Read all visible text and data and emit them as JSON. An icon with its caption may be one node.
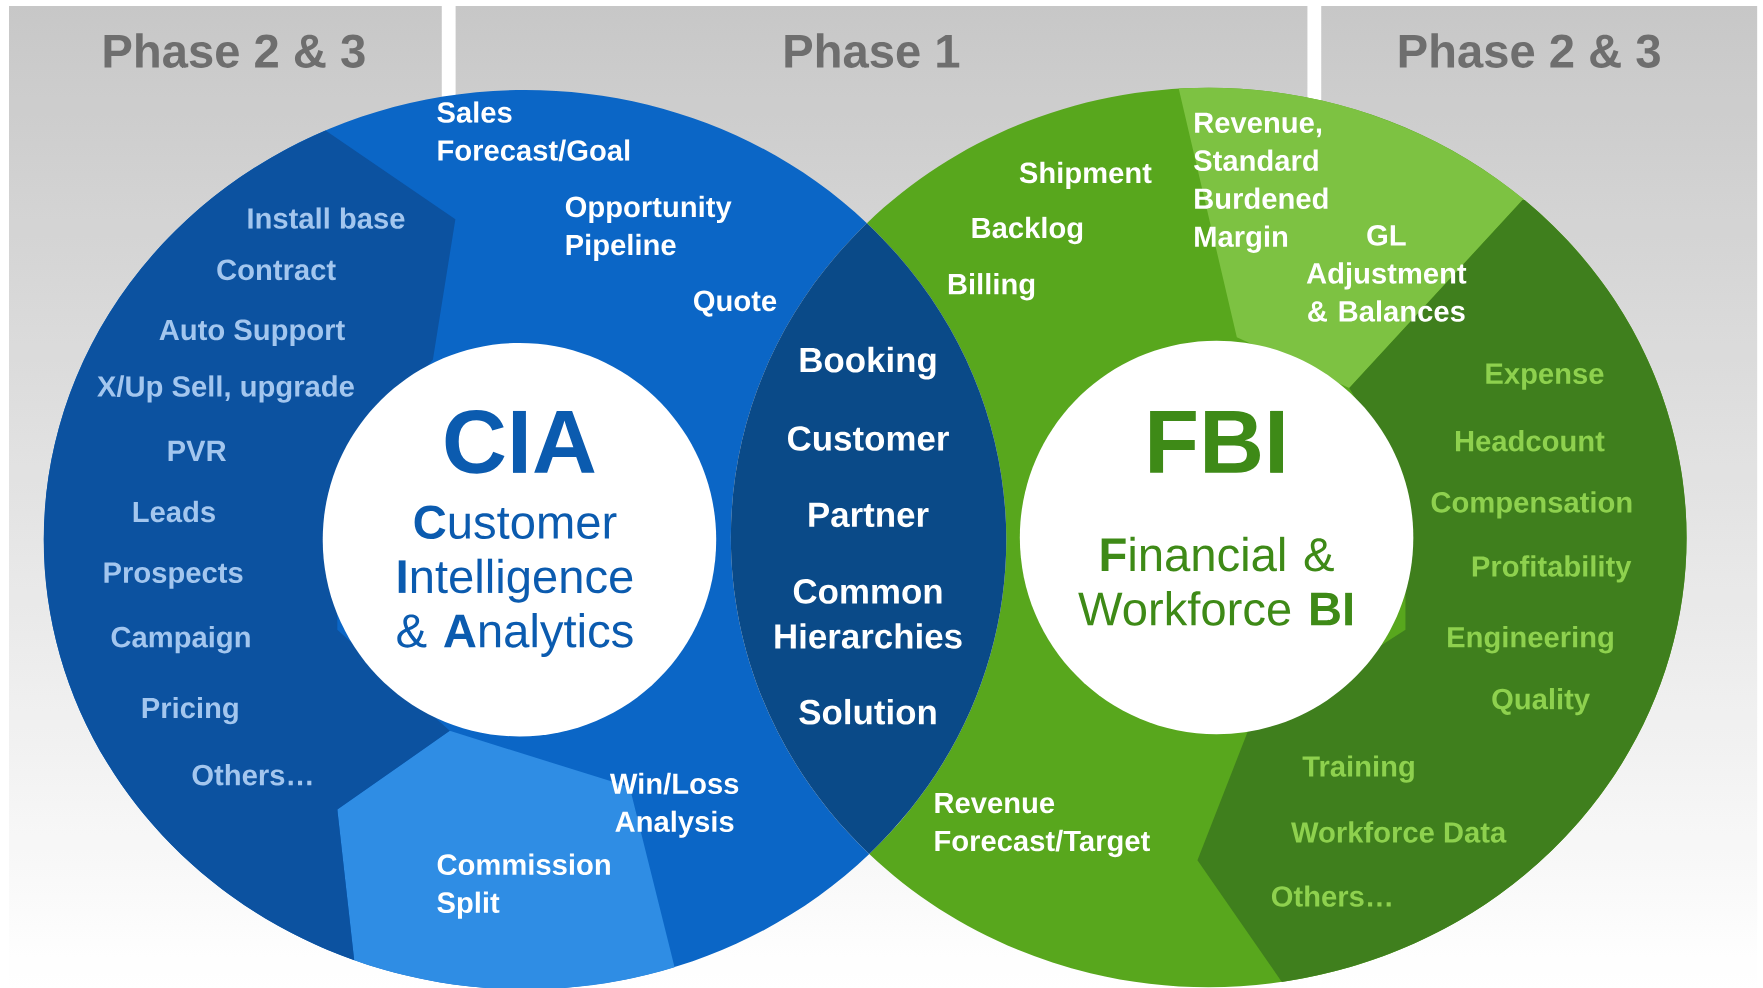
{
  "diagram": {
    "nodes": [
      {
        "text": [
          "Phase 2 & 3"
        ]
      },
      {
        "text": [
          "Phase 1"
        ]
      },
      {
        "text": [
          "Phase 2 & 3"
        ]
      },
      {
        "text": [
          "Sales Forecast/Goal",
          "Opportunity Pipeline",
          "Quote",
          "Win/Loss Analysis",
          "Commission Split"
        ]
      },
      {
        "text": [
          "Install base",
          "Contract",
          "Auto Support",
          "X/Up Sell, upgrade",
          "PVR",
          "Leads",
          "Prospects",
          "Campaign",
          "Pricing",
          "Others…"
        ],
        "in": 3
      },
      {
        "text": [
          "CIA",
          "**C**ustomer **I**ntelligence & **A**nalytics"
        ],
        "in": 3
      },
      {
        "text": [
          "Booking",
          "Customer",
          "Partner",
          "Common Hierarchies",
          "Solution"
        ]
      },
      {
        "text": [
          "Revenue, Standard Burdened Margin",
          "Shipment",
          "Backlog",
          "GL Adjustment & Balances",
          "Billing",
          "Revenue Forecast/Target"
        ]
      },
      {
        "text": [
          "Expense",
          "Headcount",
          "Compensation",
          "Profitability",
          "Engineering",
          "Quality",
          "Training",
          "Workforce Data",
          "Others…"
        ],
        "in": 7
      },
      {
        "text": [
          "FBI",
          "**F**inancial & Workforce **BI**"
        ],
        "in": 7
      }
    ]
  }
}
